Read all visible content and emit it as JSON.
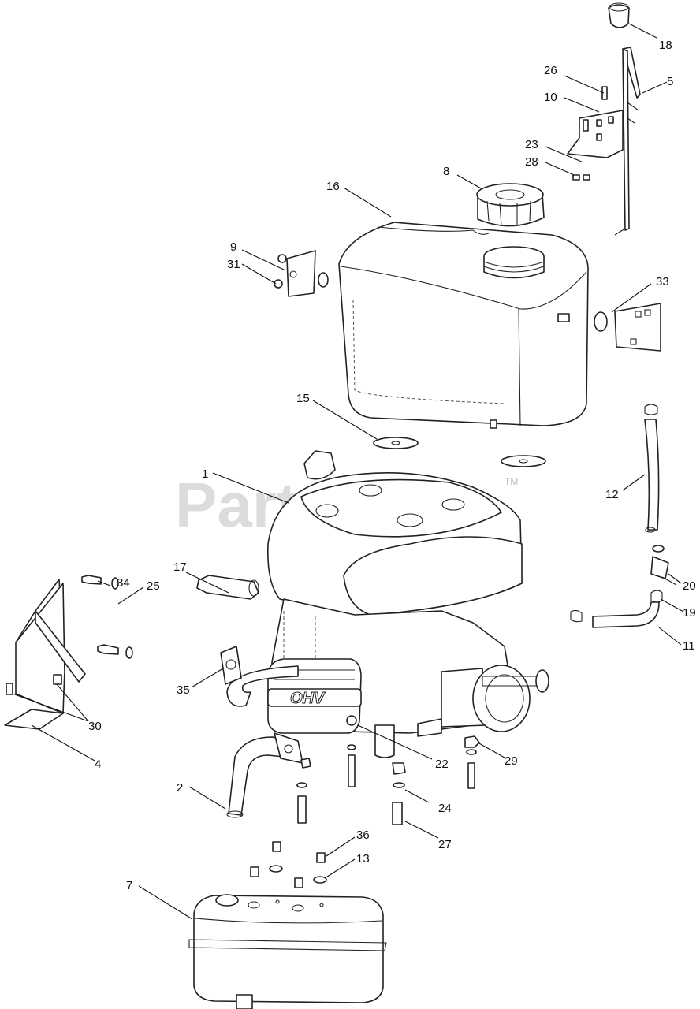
{
  "watermark": {
    "text": "PartsTree",
    "trademark": "TM"
  },
  "engine_label": "OHV",
  "callouts": [
    {
      "id": "c1",
      "label": "1"
    },
    {
      "id": "c2",
      "label": "2"
    },
    {
      "id": "c4",
      "label": "4"
    },
    {
      "id": "c5",
      "label": "5"
    },
    {
      "id": "c7",
      "label": "7"
    },
    {
      "id": "c8",
      "label": "8"
    },
    {
      "id": "c9",
      "label": "9"
    },
    {
      "id": "c10",
      "label": "10"
    },
    {
      "id": "c11",
      "label": "11"
    },
    {
      "id": "c12",
      "label": "12"
    },
    {
      "id": "c13",
      "label": "13"
    },
    {
      "id": "c15",
      "label": "15"
    },
    {
      "id": "c16",
      "label": "16"
    },
    {
      "id": "c17",
      "label": "17"
    },
    {
      "id": "c18",
      "label": "18"
    },
    {
      "id": "c19",
      "label": "19"
    },
    {
      "id": "c20",
      "label": "20"
    },
    {
      "id": "c22",
      "label": "22"
    },
    {
      "id": "c23",
      "label": "23"
    },
    {
      "id": "c24",
      "label": "24"
    },
    {
      "id": "c25",
      "label": "25"
    },
    {
      "id": "c26",
      "label": "26"
    },
    {
      "id": "c27",
      "label": "27"
    },
    {
      "id": "c28",
      "label": "28"
    },
    {
      "id": "c29",
      "label": "29"
    },
    {
      "id": "c30",
      "label": "30"
    },
    {
      "id": "c31",
      "label": "31"
    },
    {
      "id": "c33",
      "label": "33"
    },
    {
      "id": "c34",
      "label": "34"
    },
    {
      "id": "c35",
      "label": "35"
    },
    {
      "id": "c36",
      "label": "36"
    }
  ]
}
